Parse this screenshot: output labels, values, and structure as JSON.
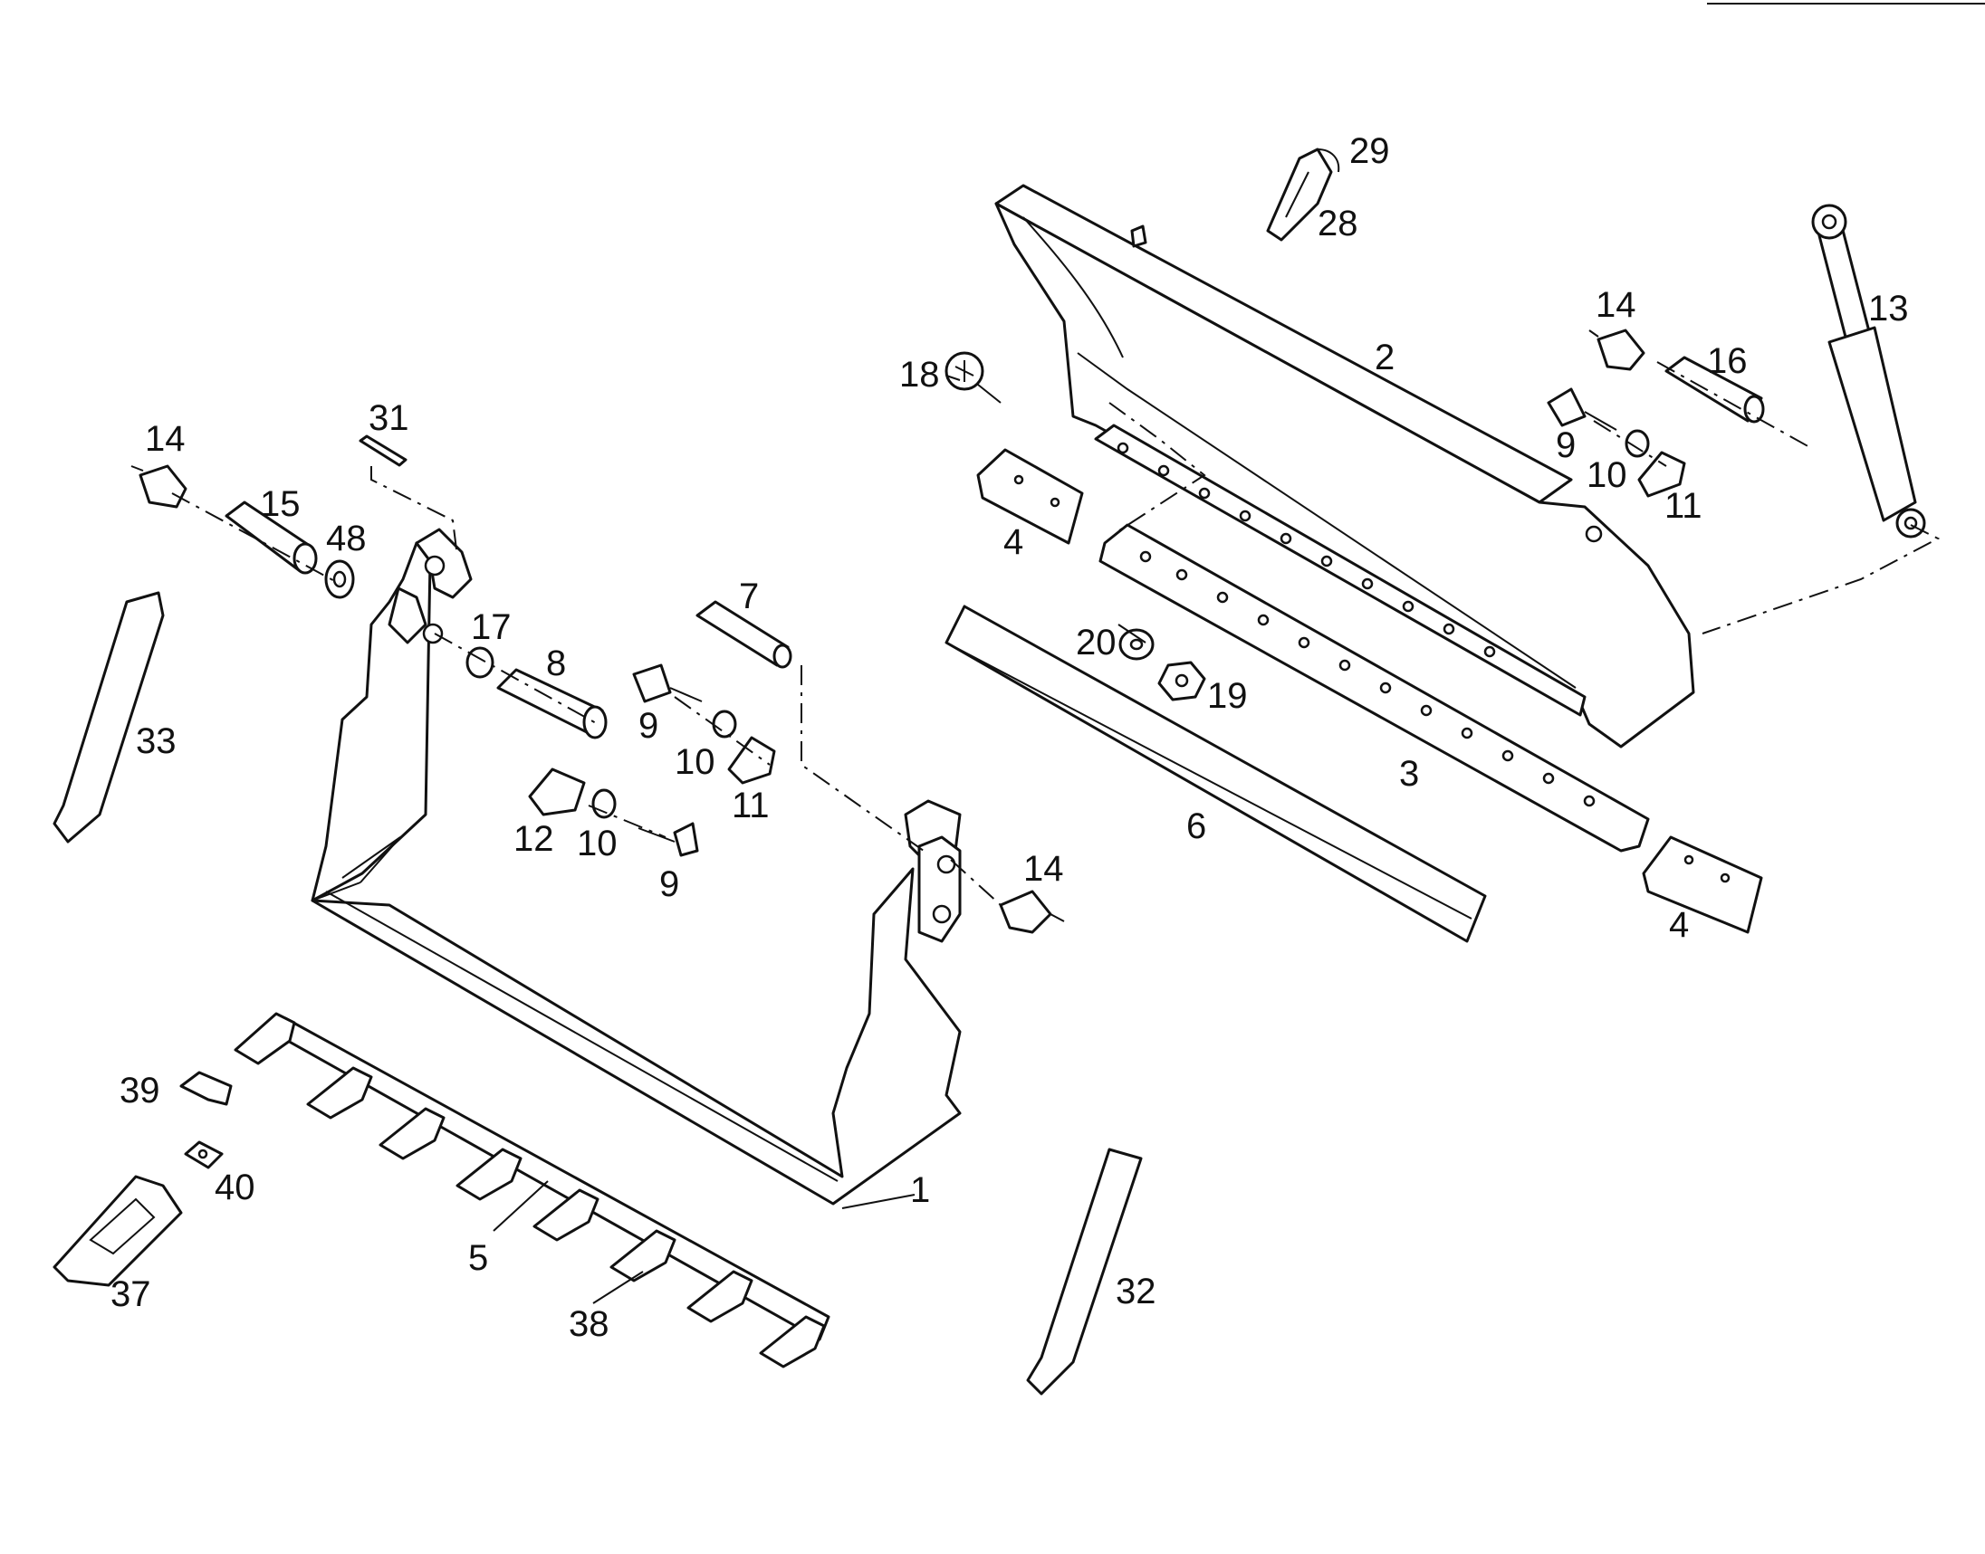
{
  "diagram": {
    "type": "exploded-parts-view",
    "labels": [
      {
        "id": "p1",
        "text": "1"
      },
      {
        "id": "p2",
        "text": "2"
      },
      {
        "id": "p3",
        "text": "3"
      },
      {
        "id": "p4a",
        "text": "4"
      },
      {
        "id": "p4b",
        "text": "4"
      },
      {
        "id": "p5",
        "text": "5"
      },
      {
        "id": "p6",
        "text": "6"
      },
      {
        "id": "p7",
        "text": "7"
      },
      {
        "id": "p8",
        "text": "8"
      },
      {
        "id": "p9a",
        "text": "9"
      },
      {
        "id": "p9b",
        "text": "9"
      },
      {
        "id": "p9c",
        "text": "9"
      },
      {
        "id": "p10a",
        "text": "10"
      },
      {
        "id": "p10b",
        "text": "10"
      },
      {
        "id": "p10c",
        "text": "10"
      },
      {
        "id": "p11a",
        "text": "11"
      },
      {
        "id": "p11b",
        "text": "11"
      },
      {
        "id": "p12",
        "text": "12"
      },
      {
        "id": "p13",
        "text": "13"
      },
      {
        "id": "p14a",
        "text": "14"
      },
      {
        "id": "p14b",
        "text": "14"
      },
      {
        "id": "p14c",
        "text": "14"
      },
      {
        "id": "p15",
        "text": "15"
      },
      {
        "id": "p16",
        "text": "16"
      },
      {
        "id": "p17",
        "text": "17"
      },
      {
        "id": "p18",
        "text": "18"
      },
      {
        "id": "p19",
        "text": "19"
      },
      {
        "id": "p20",
        "text": "20"
      },
      {
        "id": "p28",
        "text": "28"
      },
      {
        "id": "p29",
        "text": "29"
      },
      {
        "id": "p31",
        "text": "31"
      },
      {
        "id": "p32",
        "text": "32"
      },
      {
        "id": "p33",
        "text": "33"
      },
      {
        "id": "p37",
        "text": "37"
      },
      {
        "id": "p38",
        "text": "38"
      },
      {
        "id": "p39",
        "text": "39"
      },
      {
        "id": "p40",
        "text": "40"
      },
      {
        "id": "p48",
        "text": "48"
      }
    ]
  }
}
